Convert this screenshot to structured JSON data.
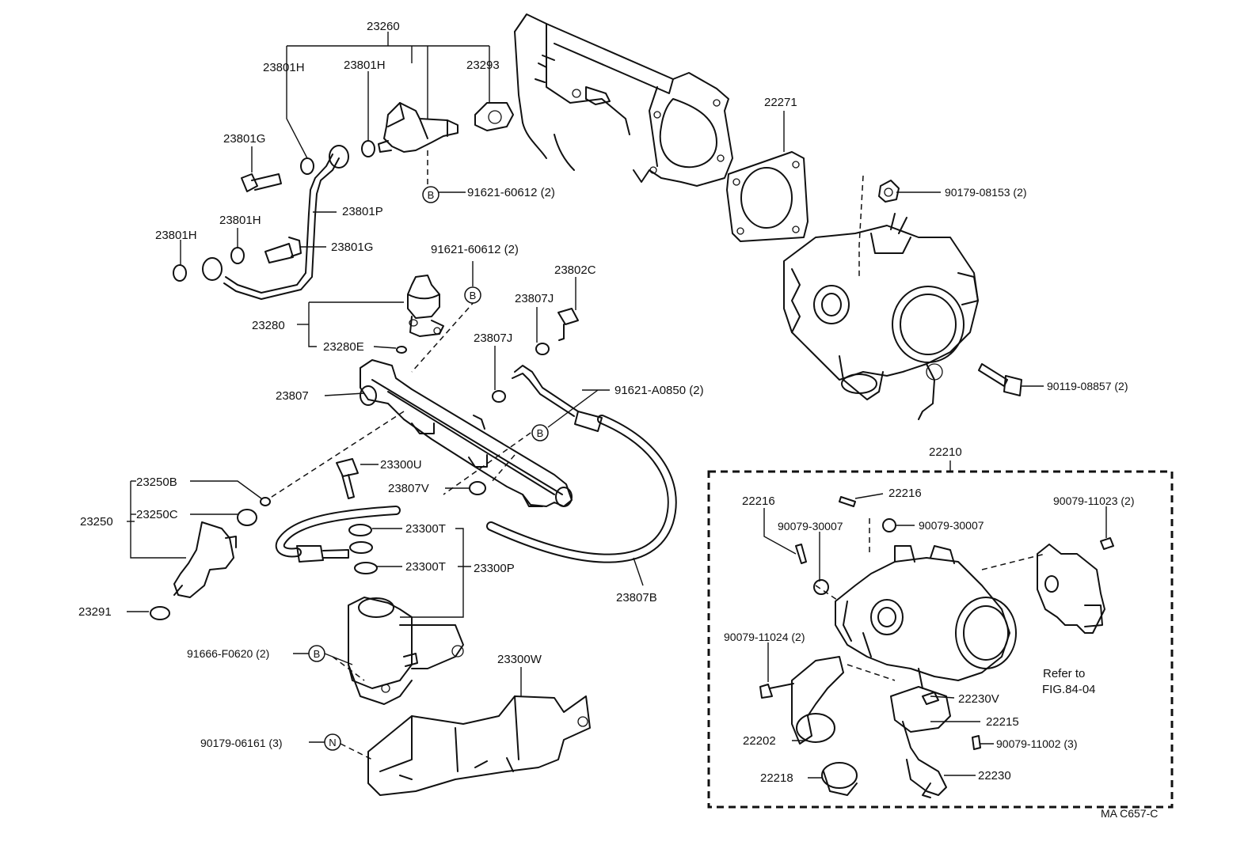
{
  "diagram_code": "MA C657-C",
  "labels": {
    "p23260": "23260",
    "p23801H_a": "23801H",
    "p23801H_b": "23801H",
    "p23293": "23293",
    "p23801G_a": "23801G",
    "p91621_60612_a": "91621-60612 (2)",
    "p23801H_c": "23801H",
    "p23801P": "23801P",
    "p23801H_d": "23801H",
    "p23801G_b": "23801G",
    "p91621_60612_b": "91621-60612 (2)",
    "p23802C": "23802C",
    "p23807J_a": "23807J",
    "p23280": "23280",
    "p23807J_b": "23807J",
    "p23280E": "23280E",
    "p23807": "23807",
    "p91621_A0850": "91621-A0850 (2)",
    "p23300U": "23300U",
    "p23250B": "23250B",
    "p23807V": "23807V",
    "p23250": "23250",
    "p23250C": "23250C",
    "p23300T_a": "23300T",
    "p23300T_b": "23300T",
    "p23300P": "23300P",
    "p23807B": "23807B",
    "p23291": "23291",
    "p91666_F0620": "91666-F0620 (2)",
    "p23300W": "23300W",
    "p90179_06161": "90179-06161 (3)",
    "p22271": "22271",
    "p90179_08153": "90179-08153 (2)",
    "p90119_08857": "90119-08857 (2)",
    "p22210": "22210",
    "p22216_a": "22216",
    "p22216_b": "22216",
    "p90079_30007_a": "90079-30007",
    "p90079_30007_b": "90079-30007",
    "p90079_11023": "90079-11023 (2)",
    "p90079_11024": "90079-11024 (2)",
    "refer_to": "Refer to",
    "fig_ref": "FIG.84-04",
    "p22230V": "22230V",
    "p22215": "22215",
    "p22202": "22202",
    "p90079_11002": "90079-11002 (3)",
    "p22218": "22218",
    "p22230": "22230"
  },
  "markers": {
    "bolt_mark": "B",
    "nut_mark": "N"
  }
}
